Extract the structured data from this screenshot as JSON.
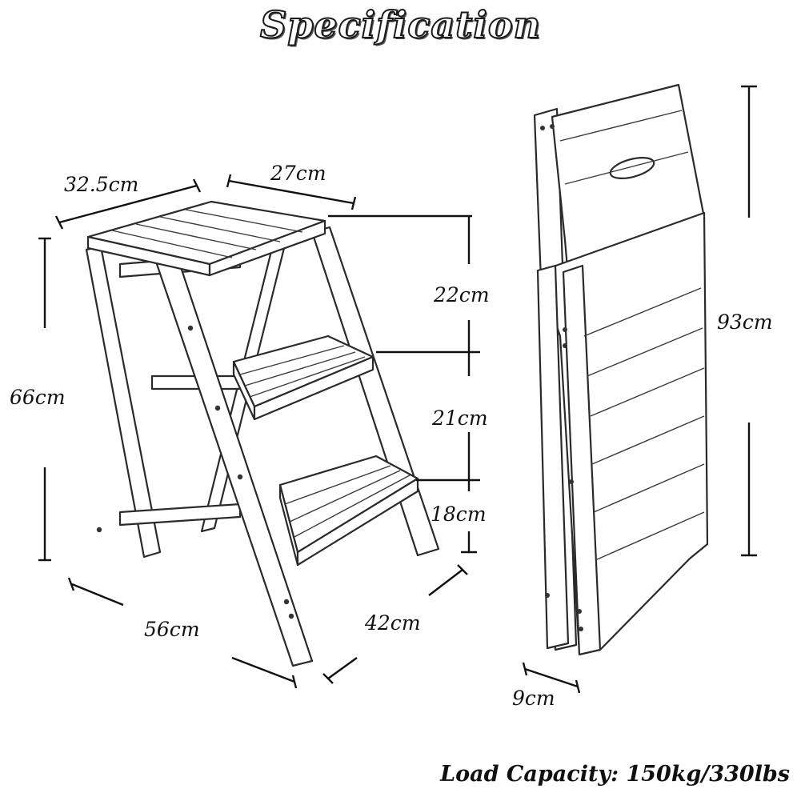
{
  "title": "Specification",
  "load_capacity": "Load Capacity: 150kg/330lbs",
  "dimensions": {
    "depth_top": "32.5cm",
    "width_top": "27cm",
    "height_total": "66cm",
    "step_top": "22cm",
    "step_middle": "21cm",
    "step_bottom": "18cm",
    "base_length": "56cm",
    "base_width": "42cm",
    "folded_height": "93cm",
    "folded_thickness": "9cm"
  },
  "colors": {
    "line": "#2a2a2a",
    "background": "#ffffff"
  }
}
